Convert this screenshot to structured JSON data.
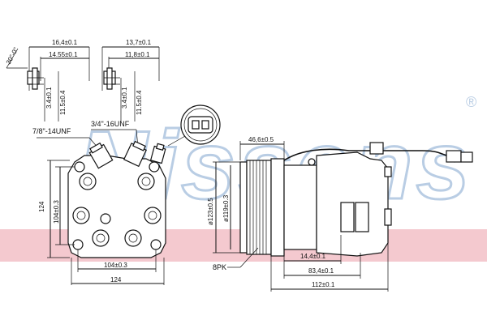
{
  "watermark": {
    "text": "Nissens",
    "registered": "®",
    "band_color": "#f4c9cf",
    "text_color": "#b9cde4"
  },
  "connector_detail_left": {
    "overall": "16,4±0.1",
    "inner": "14.55±0.1",
    "height_a": "3.4±0.1",
    "height_b": "11.5±0.4",
    "angle": "30°-0°"
  },
  "connector_detail_right": {
    "overall": "13,7±0.1",
    "inner": "11,8±0.1",
    "height_a": "3.4±0.1",
    "height_b": "11.5±0.4"
  },
  "front_view": {
    "fitting_suction": "7/8\"-14UNF",
    "fitting_discharge": "3/4\"-16UNF",
    "height_outer": "124",
    "height_inner": "104±0.3",
    "width_inner": "104±0.3",
    "width_outer": "124"
  },
  "side_view": {
    "hub_depth": "46,6±0.5",
    "pulley_outer_dia": "ø123±0.5",
    "pulley_inner_dia": "ø119±0.3",
    "belt": "8PK",
    "len_a": "14,4±0.1",
    "len_b": "83,4±0.1",
    "len_c": "112±0.1"
  }
}
